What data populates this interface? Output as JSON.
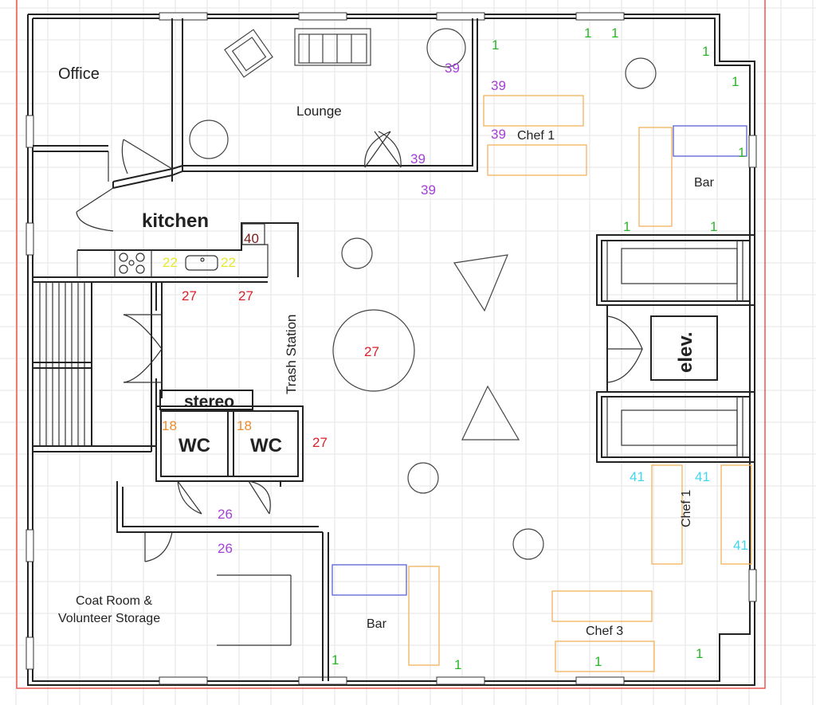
{
  "rooms": {
    "office": "Office",
    "lounge": "Lounge",
    "kitchen": "kitchen",
    "trash_station": "Trash Station",
    "stereo": "stereo",
    "wc_left": "WC",
    "wc_right": "WC",
    "coat_room_line1": "Coat Room &",
    "coat_room_line2": "Volunteer Storage",
    "elevator": "elev.",
    "bar_top": "Bar",
    "bar_bottom": "Bar",
    "chef1_top": "Chef 1",
    "chef1_right": "Chef 1",
    "chef3": "Chef 3"
  },
  "colors": {
    "green": "#2ab52a",
    "purple": "#a43fd6",
    "red": "#d9202a",
    "orange": "#f08a2a",
    "yellow": "#e8e82a",
    "cyan": "#3fd6f0",
    "darkred": "#7a1a1a",
    "grid": "#e6e6e6",
    "border": "#e8574f"
  },
  "markers": [
    {
      "id": "g1",
      "label": "1",
      "color": "green"
    },
    {
      "id": "g2",
      "label": "1",
      "color": "green"
    },
    {
      "id": "g3",
      "label": "1",
      "color": "green"
    },
    {
      "id": "g4",
      "label": "1",
      "color": "green"
    },
    {
      "id": "g5",
      "label": "1",
      "color": "green"
    },
    {
      "id": "g6",
      "label": "1",
      "color": "green"
    },
    {
      "id": "g7",
      "label": "1",
      "color": "green"
    },
    {
      "id": "g8",
      "label": "1",
      "color": "green"
    },
    {
      "id": "g9",
      "label": "1",
      "color": "green"
    },
    {
      "id": "g10",
      "label": "1",
      "color": "green"
    },
    {
      "id": "g11",
      "label": "1",
      "color": "green"
    },
    {
      "id": "g12",
      "label": "1",
      "color": "green"
    },
    {
      "id": "p1",
      "label": "39",
      "color": "purple"
    },
    {
      "id": "p2",
      "label": "39",
      "color": "purple"
    },
    {
      "id": "p3",
      "label": "39",
      "color": "purple"
    },
    {
      "id": "p4",
      "label": "39",
      "color": "purple"
    },
    {
      "id": "p5",
      "label": "39",
      "color": "purple"
    },
    {
      "id": "p6",
      "label": "26",
      "color": "purple"
    },
    {
      "id": "p7",
      "label": "26",
      "color": "purple"
    },
    {
      "id": "d1",
      "label": "40",
      "color": "darkred"
    },
    {
      "id": "y1",
      "label": "22",
      "color": "yellow"
    },
    {
      "id": "y2",
      "label": "22",
      "color": "yellow"
    },
    {
      "id": "r1",
      "label": "27",
      "color": "red"
    },
    {
      "id": "r2",
      "label": "27",
      "color": "red"
    },
    {
      "id": "r3",
      "label": "27",
      "color": "red"
    },
    {
      "id": "r4",
      "label": "27",
      "color": "red"
    },
    {
      "id": "o1",
      "label": "18",
      "color": "orange"
    },
    {
      "id": "o2",
      "label": "18",
      "color": "orange"
    },
    {
      "id": "c1",
      "label": "41",
      "color": "cyan"
    },
    {
      "id": "c2",
      "label": "41",
      "color": "cyan"
    },
    {
      "id": "c3",
      "label": "41",
      "color": "cyan"
    }
  ]
}
